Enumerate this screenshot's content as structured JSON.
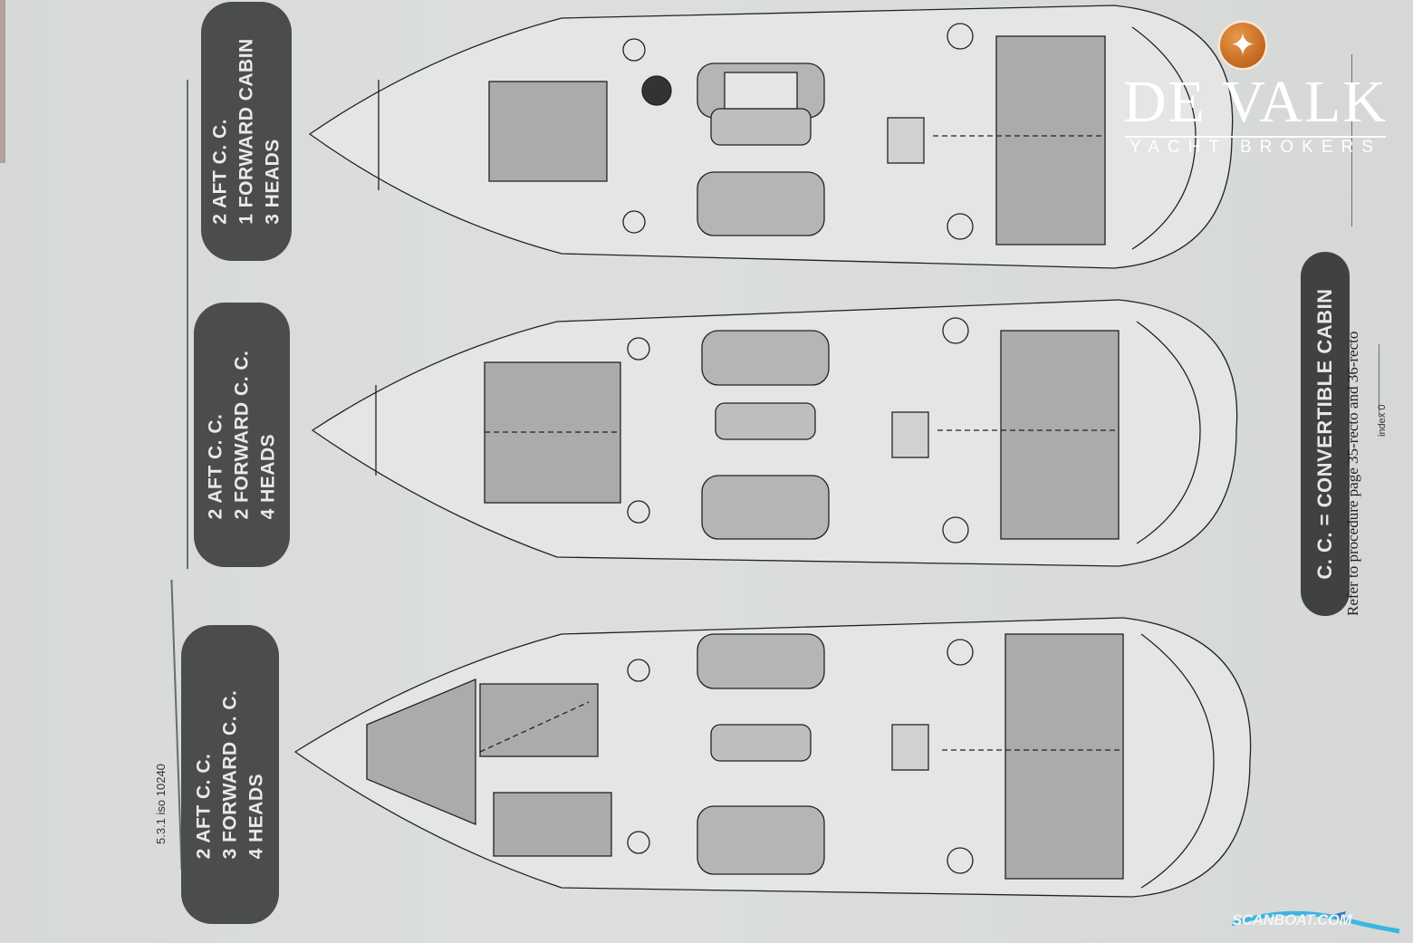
{
  "document": {
    "type": "yacht interior layout sheet",
    "reference_code": "5.3.1 iso 10240",
    "index_label": "index 0"
  },
  "layouts": [
    {
      "id": "layout-1",
      "lines": [
        "2 AFT C. C.",
        "1 FORWARD CABIN",
        "3 HEADS"
      ]
    },
    {
      "id": "layout-2",
      "lines": [
        "2 AFT C. C.",
        "2 FORWARD C. C.",
        "4 HEADS"
      ]
    },
    {
      "id": "layout-3",
      "lines": [
        "2 AFT C. C.",
        "3 FORWARD C. C.",
        "4 HEADS"
      ]
    }
  ],
  "legend": {
    "definition": "C. C. = CONVERTIBLE CABIN",
    "note": "Refer to procedure page  35-recto and 36-recto"
  },
  "branding": {
    "logo_icon": "falcon-icon",
    "name": "DE VALK",
    "tagline": "YACHT BROKERS",
    "accent_color": "#c8661c"
  },
  "watermark": {
    "text": "SCANBOAT.COM",
    "color": "#3bb6e0"
  },
  "colors": {
    "paper": "#d9dcdb",
    "label_pill": "#4a4c4d",
    "cabin_fill": "#a9acab",
    "line": "#222222"
  }
}
